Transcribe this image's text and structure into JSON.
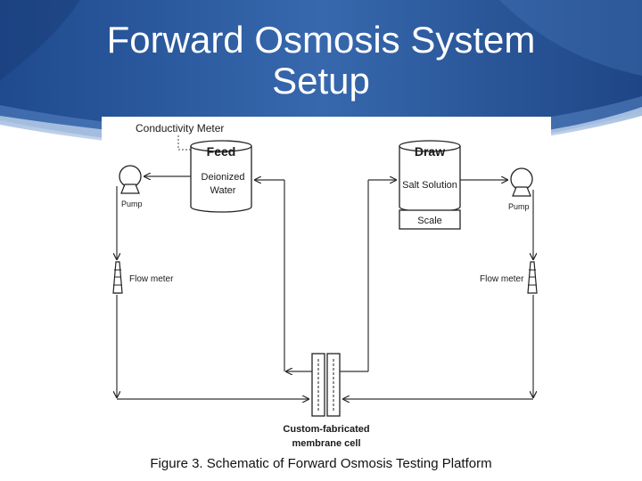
{
  "slide": {
    "title_line1": "Forward Osmosis System",
    "title_line2": "Setup"
  },
  "diagram": {
    "conductivity_meter": "Conductivity Meter",
    "feed": {
      "title": "Feed",
      "line1": "Deionized",
      "line2": "Water"
    },
    "draw": {
      "title": "Draw",
      "content": "Salt Solution",
      "scale": "Scale"
    },
    "left_pump": "Pump",
    "right_pump": "Pump",
    "left_flow_meter": "Flow meter",
    "right_flow_meter": "Flow meter",
    "membrane_line1": "Custom-fabricated",
    "membrane_line2": "membrane cell"
  },
  "caption": {
    "label": "Figure 3.",
    "text": " Schematic of Forward Osmosis Testing Platform"
  },
  "colors": {
    "slide_blue": "#2f5fa3",
    "slide_dark": "#1d3f78",
    "line": "#333333"
  }
}
